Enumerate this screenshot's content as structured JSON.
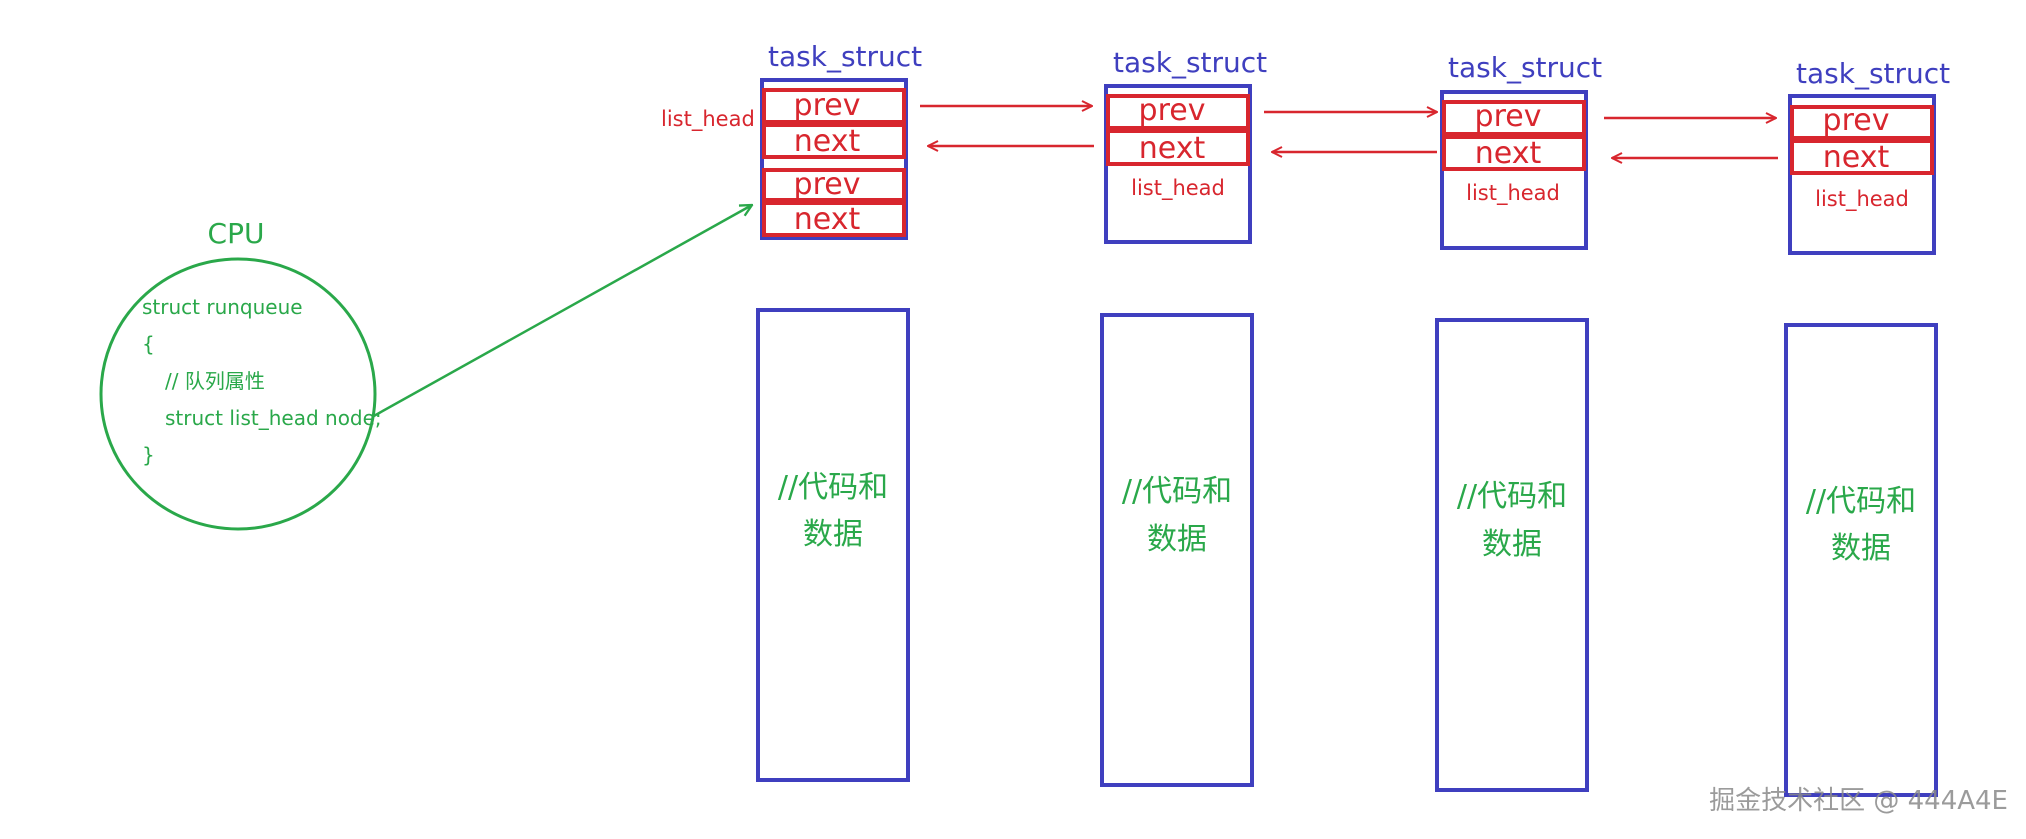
{
  "colors": {
    "blue": "#3f3fbf",
    "red": "#d8262e",
    "green": "#2aa84a",
    "watermark": "#8a8a8a"
  },
  "cpu": {
    "title": "CPU",
    "code_lines": [
      "struct runqueue",
      "{",
      "// 队列属性",
      "struct list_head node;",
      "}"
    ]
  },
  "first_task": {
    "title": "task_struct",
    "list_head_label": "list_head",
    "fields": [
      "prev",
      "next",
      "prev",
      "next"
    ],
    "body_lines": [
      "//代码和",
      "数据"
    ]
  },
  "tasks": [
    {
      "title": "task_struct",
      "fields": [
        "prev",
        "next"
      ],
      "list_head_label": "list_head",
      "body_lines": [
        "//代码和",
        "数据"
      ]
    },
    {
      "title": "task_struct",
      "fields": [
        "prev",
        "next"
      ],
      "list_head_label": "list_head",
      "body_lines": [
        "//代码和",
        "数据"
      ]
    },
    {
      "title": "task_struct",
      "fields": [
        "prev",
        "next"
      ],
      "list_head_label": "list_head",
      "body_lines": [
        "//代码和",
        "数据"
      ]
    }
  ],
  "watermark": "掘金技术社区 @ 444A4E"
}
